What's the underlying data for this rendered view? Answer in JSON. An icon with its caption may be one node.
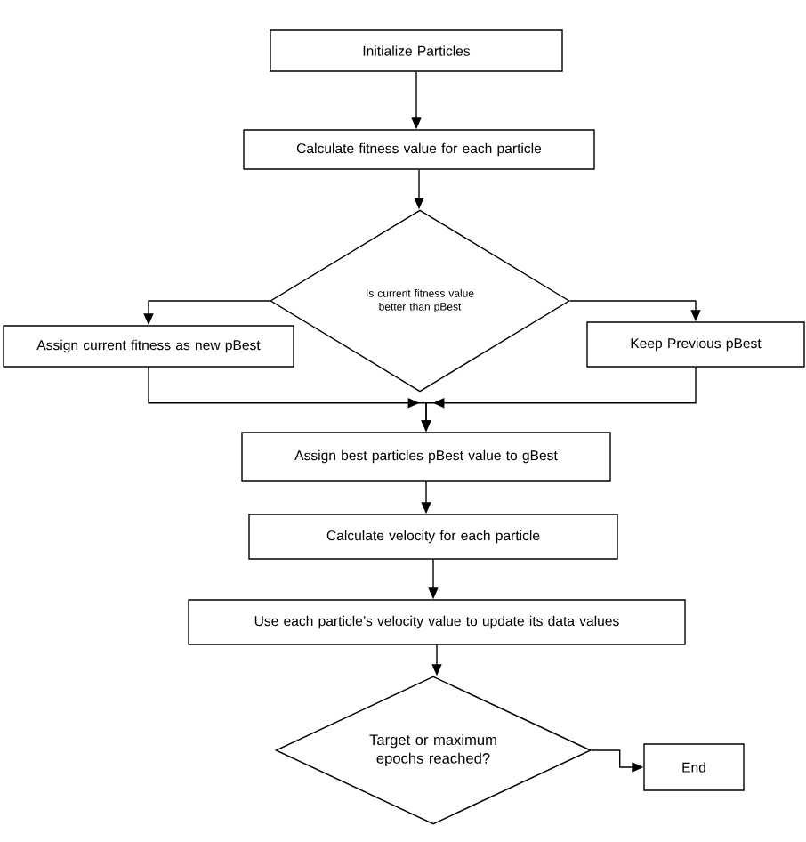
{
  "diagram": {
    "nodes": [
      {
        "text": [
          "Initialize Particles"
        ]
      },
      {
        "text": [
          "Calculate fitness value for each particle"
        ]
      },
      {
        "text": [
          "Is current fitness value better than pBest"
        ]
      },
      {
        "text": [
          "Assign current fitness as new pBest"
        ]
      },
      {
        "text": [
          "Keep Previous pBest"
        ]
      },
      {
        "text": [
          "Assign best particles pBest value to gBest"
        ]
      },
      {
        "text": [
          "Calculate velocity for each particle"
        ]
      },
      {
        "text": [
          "Use each particle’s velocity value to update its data values"
        ]
      },
      {
        "text": [
          "Target or maximum epochs reached?"
        ]
      },
      {
        "text": [
          "End"
        ]
      }
    ],
    "edges": [
      {
        "from": 0,
        "to": 1,
        "arrow": "to"
      },
      {
        "from": 1,
        "to": 2,
        "arrow": "to"
      },
      {
        "from": 2,
        "to": 3,
        "arrow": "to"
      },
      {
        "from": 2,
        "to": 4,
        "arrow": "to"
      },
      {
        "from": 3,
        "to": 5,
        "arrow": "to"
      },
      {
        "from": 4,
        "to": 5,
        "arrow": "to"
      },
      {
        "from": 5,
        "to": 6,
        "arrow": "to"
      },
      {
        "from": 6,
        "to": 7,
        "arrow": "to"
      },
      {
        "from": 7,
        "to": 8,
        "arrow": "to"
      },
      {
        "from": 8,
        "to": 9,
        "arrow": "to"
      }
    ]
  }
}
